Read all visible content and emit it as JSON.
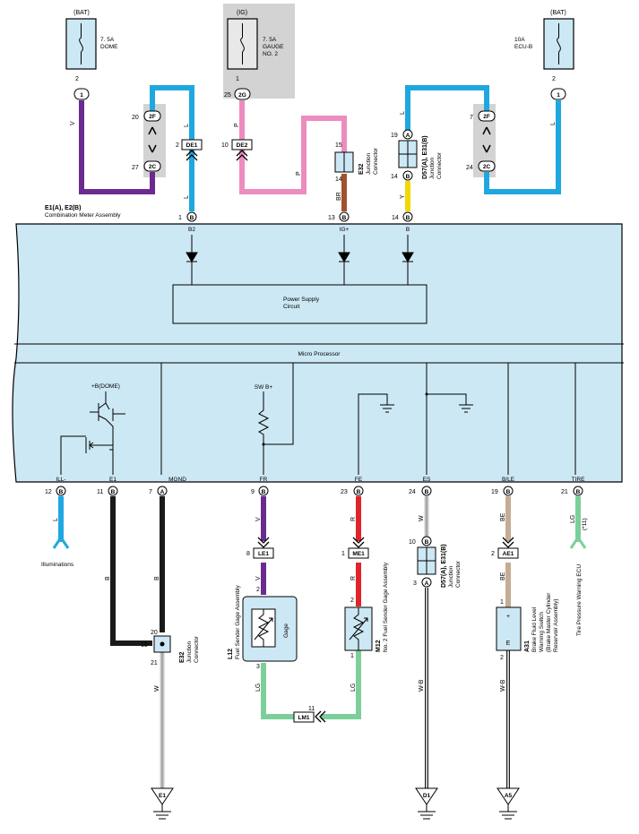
{
  "fuses": [
    {
      "source": "(BAT)",
      "line1": "7. 5A",
      "line2": "DOME",
      "line3": "",
      "pin": "2",
      "conn": "1"
    },
    {
      "source": "(IG)",
      "line1": "7. 5A",
      "line2": "GAUGE",
      "line3": "NO. 2",
      "pin": "1",
      "conn": "2G",
      "conn_pin": "25"
    },
    {
      "source": "(BAT)",
      "line1": "10A",
      "line2": "ECU-B",
      "line3": "",
      "pin": "2",
      "conn": "1"
    }
  ],
  "meter": {
    "code": "E1(A), E2(B)",
    "name": "Combination Meter Assembly",
    "power_supply_line1": "Power Supply",
    "power_supply_line2": "Circuit",
    "micro_processor": "Micro Processor",
    "bdome": "+B(DOME)",
    "swb": "SW B+"
  },
  "top_pins": [
    {
      "num": "1",
      "conn": "B",
      "name": "B2"
    },
    {
      "num": "13",
      "conn": "B",
      "name": "IG+"
    },
    {
      "num": "14",
      "conn": "B",
      "name": "B"
    }
  ],
  "bottom_pins": [
    {
      "num": "12",
      "conn": "B",
      "name": "ILL-"
    },
    {
      "num": "11",
      "conn": "B",
      "name": "E1"
    },
    {
      "num": "7",
      "conn": "A",
      "name": "MGND"
    },
    {
      "num": "9",
      "conn": "B",
      "name": "FR"
    },
    {
      "num": "23",
      "conn": "B",
      "name": "FE"
    },
    {
      "num": "24",
      "conn": "B",
      "name": "ES"
    },
    {
      "num": "19",
      "conn": "B",
      "name": "B/LE"
    },
    {
      "num": "21",
      "conn": "B",
      "name": "TIRE"
    }
  ],
  "wire_colors": {
    "V": "V",
    "L": "L",
    "P": "P",
    "BR": "BR",
    "Y": "Y",
    "B": "B",
    "W": "W",
    "R": "R",
    "BE": "BE",
    "LG": "LG",
    "WB": "W-B"
  },
  "colors": {
    "blue": "#1fa8e0",
    "purple": "#6b2a90",
    "pink": "#ec8cbf",
    "brown": "#a0522d",
    "yellow": "#f2d800",
    "black": "#1a1a1a",
    "red": "#e0242b",
    "beige": "#c4ad94",
    "green": "#7ccf9a",
    "panel": "#cce8f4",
    "shade": "#d0d0d0"
  },
  "connectors": {
    "DE1": "DE1",
    "DE2": "DE2",
    "LE1": "LE1",
    "ME1": "ME1",
    "AE1": "AE1",
    "LM1": "LM1",
    "c2F": "2F",
    "c2C": "2C",
    "c2Fb": "2F",
    "c2Cb": "2C"
  },
  "pin_numbers": {
    "p20": "20",
    "p27": "27",
    "p2_de1": "2",
    "p10_de2": "10",
    "p15": "15",
    "p14_e32": "14",
    "p19_d57": "19",
    "p14_d57": "14",
    "p7_2f": "7",
    "p24_2c": "24",
    "p8_le1": "8",
    "p1_me1": "1",
    "p2_ae1": "2",
    "p11_lm1": "11",
    "p10_d57b": "10",
    "p3_d57b": "3",
    "p20_e32b": "20",
    "p19_e32b": "19",
    "p21_e32b": "21",
    "l12_2": "2",
    "l12_3": "3",
    "m12_2": "2",
    "m12_1": "1",
    "a31_1": "1",
    "a31_2": "2"
  },
  "conn_letters": {
    "A": "A",
    "B": "B"
  },
  "components": {
    "e32_top_code": "E32",
    "e32_top_name1": "Junction",
    "e32_top_name2": "Connector",
    "d57_top_code": "D57(A), E31(B)",
    "d57_top_name1": "Junction",
    "d57_top_name2": "Connector",
    "e32_bot_code": "E32",
    "e32_bot_name1": "Junction",
    "e32_bot_name2": "Connector",
    "d57_bot_code": "D57(A), E31(B)",
    "d57_bot_name1": "Junction",
    "d57_bot_name2": "Connector",
    "l12_code": "L12",
    "l12_name": "Fuel Sender Gage Assembly",
    "gage": "Gage",
    "m12_code": "M12",
    "m12_name": "No. 2 Fuel Sender Gage Assembly",
    "a31_code": "A31",
    "a31_name1": "Brake Fluid Level",
    "a31_name2": "Warning Switch",
    "a31_name3": "(Brake Master Cylinder",
    "a31_name4": "Reservoir Assembly)",
    "a31_plus": "+",
    "a31_e": "E",
    "tire_ecu": "Tire Pressure Warning ECU",
    "tire_pin": "(*11)",
    "illuminations": "Illuminations"
  },
  "grounds": [
    "E1",
    "D1",
    "A5"
  ]
}
